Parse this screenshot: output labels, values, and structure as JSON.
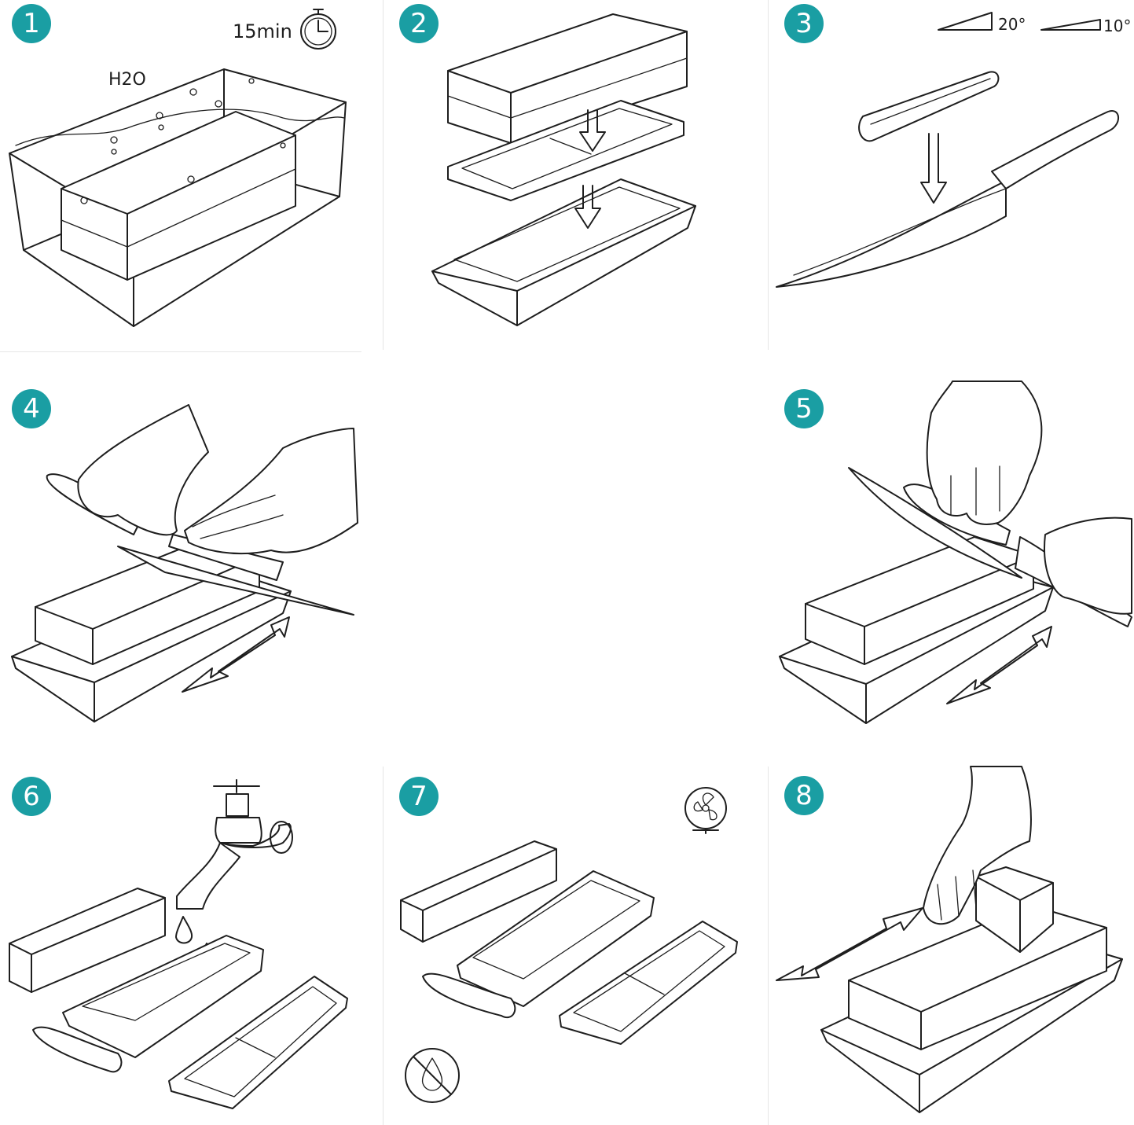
{
  "accent_color": "#1a9ea3",
  "steps": [
    {
      "number": "1",
      "labels": {
        "water": "H2O",
        "time": "15min"
      },
      "icons": [
        "stopwatch-icon"
      ]
    },
    {
      "number": "2",
      "icons": [
        "down-arrow-icon"
      ]
    },
    {
      "number": "3",
      "labels": {
        "angle_a": "20°",
        "angle_b": "10°"
      },
      "icons": [
        "angle-icon"
      ]
    },
    {
      "number": "4",
      "icons": [
        "double-arrow-icon"
      ]
    },
    {
      "number": "5",
      "icons": [
        "double-arrow-icon"
      ]
    },
    {
      "number": "6",
      "icons": [
        "faucet-icon",
        "water-drop-icon"
      ]
    },
    {
      "number": "7",
      "icons": [
        "fan-icon",
        "no-water-icon"
      ]
    },
    {
      "number": "8",
      "icons": [
        "double-arrow-icon"
      ]
    }
  ]
}
